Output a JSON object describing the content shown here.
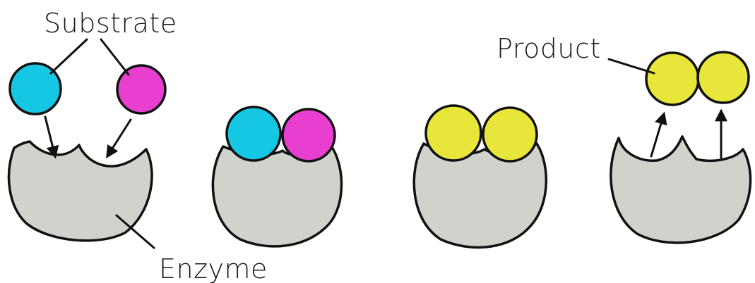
{
  "labels": {
    "substrate": "Substrate",
    "product": "Product",
    "enzyme": "Enzyme"
  },
  "colors": {
    "substrate_a": "#16c7e3",
    "substrate_b": "#e83fd0",
    "product": "#e8e63a",
    "enzyme": "#cfd3cc",
    "outline": "#111111"
  },
  "stages": [
    "enzyme-and-separate-substrates",
    "enzyme-substrate-complex",
    "enzyme-product-complex",
    "enzyme-releases-products"
  ]
}
